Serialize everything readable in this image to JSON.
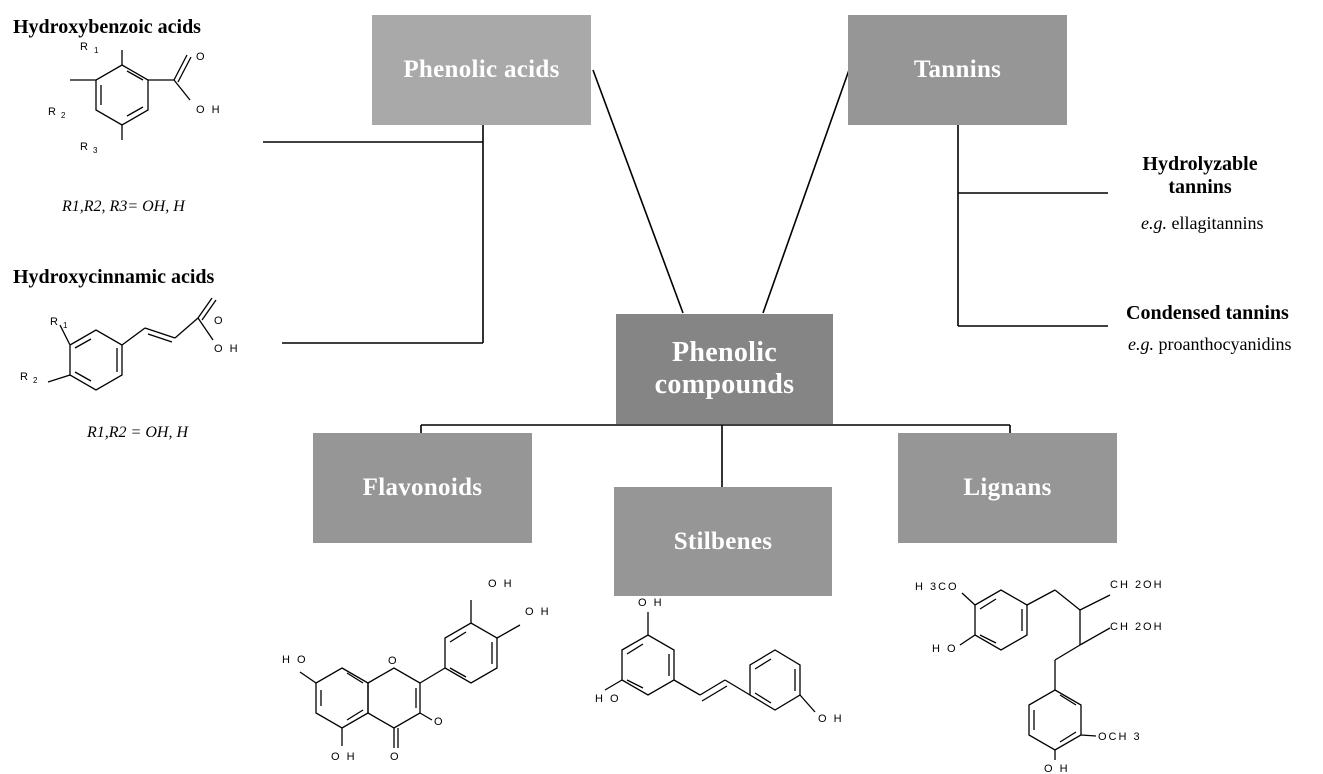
{
  "nodes": {
    "phenolic_compounds": "Phenolic compounds",
    "phenolic_acids": "Phenolic acids",
    "tannins": "Tannins",
    "flavonoids": "Flavonoids",
    "stilbenes": "Stilbenes",
    "lignans": "Lignans"
  },
  "phenolic_acids": {
    "hydroxybenzoic": {
      "title": "Hydroxybenzoic acids",
      "formula": "R1,R2, R3= OH, H"
    },
    "hydroxycinnamic": {
      "title": "Hydroxycinnamic acids",
      "formula": "R1,R2 = OH, H"
    }
  },
  "tannins": {
    "hydrolyzable": {
      "title_line1": "Hydrolyzable",
      "title_line2": "tannins",
      "eg": "e.g.",
      "example": "ellagitannins"
    },
    "condensed": {
      "title": "Condensed tannins",
      "eg": "e.g.",
      "example": "proanthocyanidins"
    }
  },
  "structure_labels": {
    "r1": "R",
    "r2": "R",
    "r3": "R",
    "sub1": "1",
    "sub2": "2",
    "sub3": "3",
    "o": "O",
    "oh": "O H",
    "ho": "H O",
    "h3co": "H 3CO",
    "ch2oh": "CH 2OH",
    "och3": "OCH 3"
  },
  "colors": {
    "box_light": "#a9a9a9",
    "box_mid": "#969696",
    "box_dark": "#858585",
    "line": "#000000"
  }
}
